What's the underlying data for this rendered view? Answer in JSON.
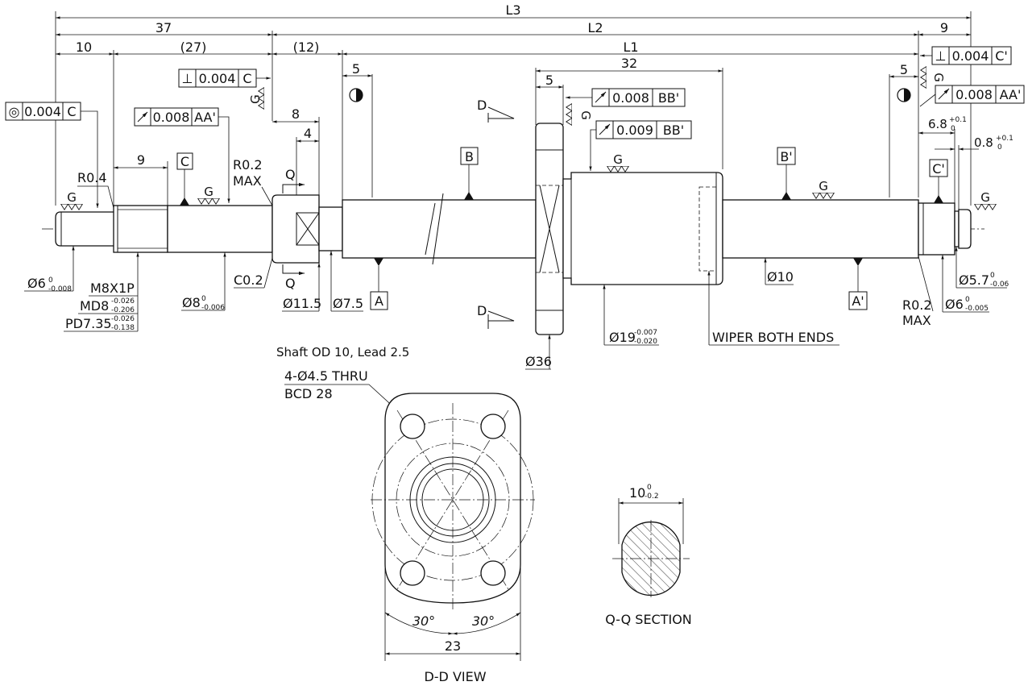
{
  "subtitle": "Shaft OD 10, Lead 2.5",
  "top_dims": {
    "L3": "L3",
    "L2": "L2",
    "L1": "L1",
    "d37": "37",
    "d10": "10",
    "d27": "(27)",
    "d12": "(12)",
    "d9_right": "9",
    "d5_a": "5",
    "d32": "32",
    "d5_b": "5",
    "d5_c": "5",
    "d8": "8",
    "d4": "4",
    "d9_thread": "9"
  },
  "fcf": {
    "coax_sym": "◎",
    "coax_val": "0.004",
    "coax_ref": "C",
    "perp1_sym": "⊥",
    "perp1_val": "0.004",
    "perp1_ref": "C",
    "perp2_sym": "⊥",
    "perp2_val": "0.004",
    "perp2_ref": "C'",
    "run1_val": "0.008",
    "run1_ref": "AA'",
    "run2_val": "0.008",
    "run2_ref": "BB'",
    "run3_val": "0.009",
    "run3_ref": "BB'",
    "run4_val": "0.008",
    "run4_ref": "AA'"
  },
  "datums": {
    "A": "A",
    "A2": "A'",
    "B": "B",
    "B2": "B'",
    "C": "C",
    "C2": "C'"
  },
  "grind": "G",
  "labels": {
    "r04": "R0.4",
    "r02_left_1": "R0.2",
    "r02_left_2": "MAX",
    "r02_right_1": "R0.2",
    "r02_right_2": "MAX",
    "q_top": "Q",
    "q_bot": "Q",
    "d_top": "D",
    "d_bot": "D",
    "c02": "C0.2",
    "m8": "M8X1P",
    "md8": "MD8",
    "md8_up": "-0.026",
    "md8_lo": "-0.206",
    "pd": "PD7.35",
    "pd_up": "-0.026",
    "pd_lo": "-0.138",
    "phi6": "Ø6",
    "phi6_up": "0",
    "phi6_lo": "-0.008",
    "phi8": "Ø8",
    "phi8_up": "0",
    "phi8_lo": "-0.006",
    "phi115": "Ø11.5",
    "phi75": "Ø7.5",
    "phi36": "Ø36",
    "phi19": "Ø19",
    "phi19_up": "-0.007",
    "phi19_lo": "-0.020",
    "wiper": "WIPER BOTH ENDS",
    "phi10": "Ø10",
    "phi57": "Ø5.7",
    "phi57_up": "0",
    "phi57_lo": "-0.06",
    "phi6r": "Ø6",
    "phi6r_up": "0",
    "phi6r_lo": "-0.005",
    "d68": "6.8",
    "d68_up": "+0.1",
    "d68_lo": "0",
    "d08": "0.8",
    "d08_up": "+0.1",
    "d08_lo": "0"
  },
  "dd_view": {
    "holes": "4-Ø4.5 THRU",
    "bcd": "BCD 28",
    "ang1": "30°",
    "ang2": "30°",
    "width": "23",
    "title": "D-D VIEW"
  },
  "qq_section": {
    "dim": "10",
    "dim_up": "0",
    "dim_lo": "-0.2",
    "title": "Q-Q SECTION"
  }
}
